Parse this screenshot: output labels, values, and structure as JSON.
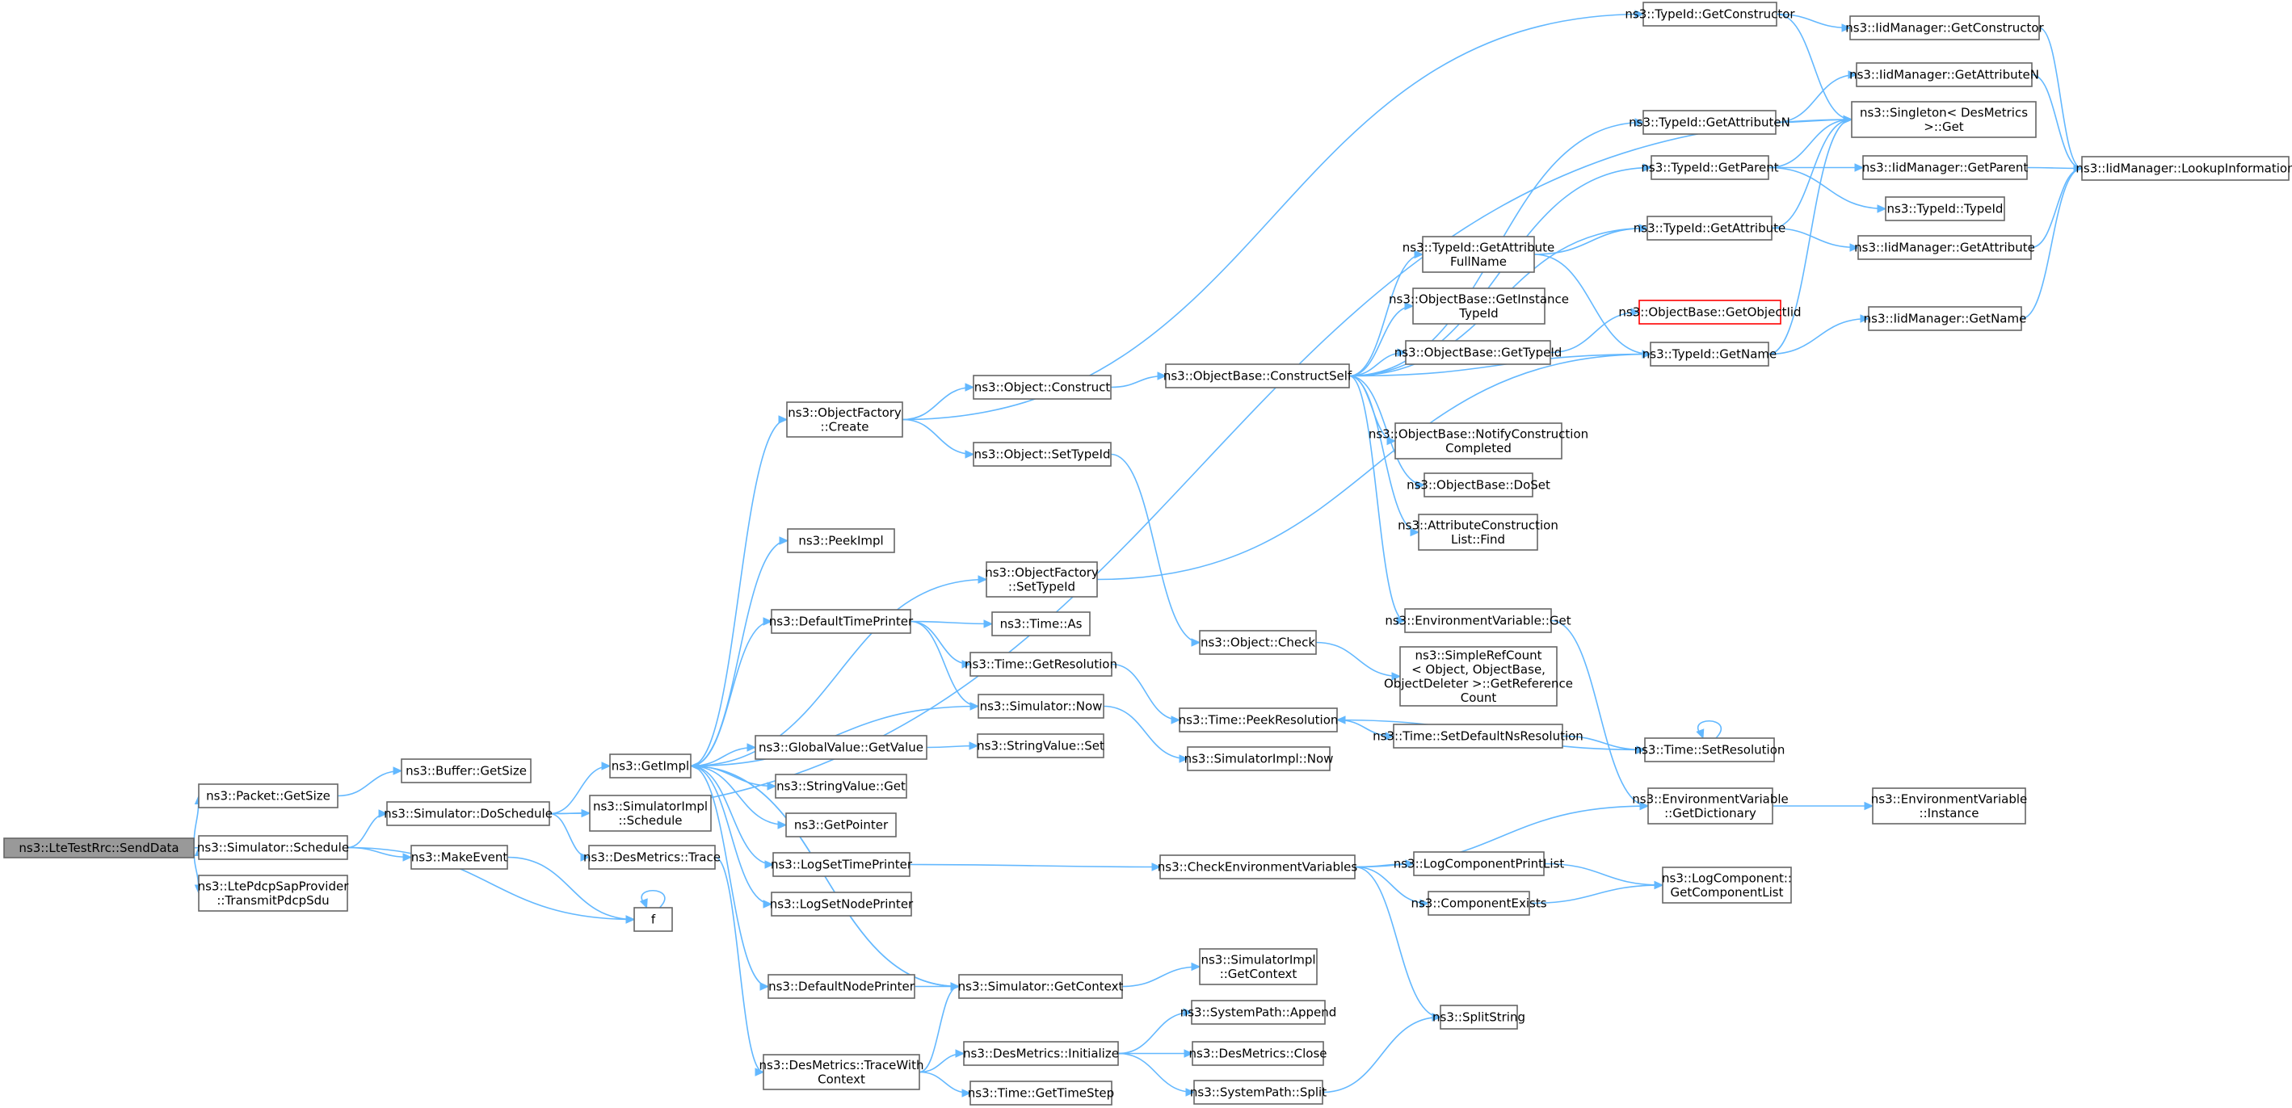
{
  "colors": {
    "edge": "#63b8ff",
    "node_border": "#666666",
    "root_fill": "#999999",
    "warn_border": "#ff0000"
  },
  "nodes": [
    {
      "id": "sendData",
      "lines": [
        "ns3::LteTestRrc::SendData"
      ],
      "style": "root"
    },
    {
      "id": "packetGetSize",
      "lines": [
        "ns3::Packet::GetSize"
      ]
    },
    {
      "id": "bufferGetSize",
      "lines": [
        "ns3::Buffer::GetSize"
      ]
    },
    {
      "id": "simSchedule",
      "lines": [
        "ns3::Simulator::Schedule"
      ]
    },
    {
      "id": "transmitPdcpSdu",
      "lines": [
        "ns3::LtePdcpSapProvider",
        "::TransmitPdcpSdu"
      ]
    },
    {
      "id": "doSchedule",
      "lines": [
        "ns3::Simulator::DoSchedule"
      ]
    },
    {
      "id": "makeEvent",
      "lines": [
        "ns3::MakeEvent"
      ]
    },
    {
      "id": "f",
      "lines": [
        "f"
      ]
    },
    {
      "id": "getImpl",
      "lines": [
        "ns3::GetImpl"
      ]
    },
    {
      "id": "simImplSchedule",
      "lines": [
        "ns3::SimulatorImpl",
        "::Schedule"
      ]
    },
    {
      "id": "desTrace",
      "lines": [
        "ns3::DesMetrics::Trace"
      ]
    },
    {
      "id": "objFactoryCreate",
      "lines": [
        "ns3::ObjectFactory",
        "::Create"
      ]
    },
    {
      "id": "peekImpl",
      "lines": [
        "ns3::PeekImpl"
      ]
    },
    {
      "id": "defaultTimePrinter",
      "lines": [
        "ns3::DefaultTimePrinter"
      ]
    },
    {
      "id": "globalValueGetValue",
      "lines": [
        "ns3::GlobalValue::GetValue"
      ]
    },
    {
      "id": "stringValueGet",
      "lines": [
        "ns3::StringValue::Get"
      ]
    },
    {
      "id": "getPointer",
      "lines": [
        "ns3::GetPointer"
      ]
    },
    {
      "id": "logSetTimePrinter",
      "lines": [
        "ns3::LogSetTimePrinter"
      ]
    },
    {
      "id": "logSetNodePrinter",
      "lines": [
        "ns3::LogSetNodePrinter"
      ]
    },
    {
      "id": "defaultNodePrinter",
      "lines": [
        "ns3::DefaultNodePrinter"
      ]
    },
    {
      "id": "desTraceWithContext",
      "lines": [
        "ns3::DesMetrics::TraceWith",
        "Context"
      ]
    },
    {
      "id": "objectConstruct",
      "lines": [
        "ns3::Object::Construct"
      ]
    },
    {
      "id": "objectSetTypeId",
      "lines": [
        "ns3::Object::SetTypeId"
      ]
    },
    {
      "id": "objFactorySetTypeId",
      "lines": [
        "ns3::ObjectFactory",
        "::SetTypeId"
      ]
    },
    {
      "id": "timeAs",
      "lines": [
        "ns3::Time::As"
      ]
    },
    {
      "id": "timeGetResolution",
      "lines": [
        "ns3::Time::GetResolution"
      ]
    },
    {
      "id": "simNow",
      "lines": [
        "ns3::Simulator::Now"
      ]
    },
    {
      "id": "stringValueSet",
      "lines": [
        "ns3::StringValue::Set"
      ]
    },
    {
      "id": "simGetContext",
      "lines": [
        "ns3::Simulator::GetContext"
      ]
    },
    {
      "id": "desInitialize",
      "lines": [
        "ns3::DesMetrics::Initialize"
      ]
    },
    {
      "id": "timeGetTimeStep",
      "lines": [
        "ns3::Time::GetTimeStep"
      ]
    },
    {
      "id": "constructSelf",
      "lines": [
        "ns3::ObjectBase::ConstructSelf"
      ]
    },
    {
      "id": "objectCheck",
      "lines": [
        "ns3::Object::Check"
      ]
    },
    {
      "id": "timePeekResolution",
      "lines": [
        "ns3::Time::PeekResolution"
      ]
    },
    {
      "id": "simImplNow",
      "lines": [
        "ns3::SimulatorImpl::Now"
      ]
    },
    {
      "id": "checkEnvVars",
      "lines": [
        "ns3::CheckEnvironmentVariables"
      ]
    },
    {
      "id": "simImplGetContext",
      "lines": [
        "ns3::SimulatorImpl",
        "::GetContext"
      ]
    },
    {
      "id": "systemPathAppend",
      "lines": [
        "ns3::SystemPath::Append"
      ]
    },
    {
      "id": "desClose",
      "lines": [
        "ns3::DesMetrics::Close"
      ]
    },
    {
      "id": "systemPathSplit",
      "lines": [
        "ns3::SystemPath::Split"
      ]
    },
    {
      "id": "typeIdGetAttrFullName",
      "lines": [
        "ns3::TypeId::GetAttribute",
        "FullName"
      ]
    },
    {
      "id": "objBaseGetInstanceTypeId",
      "lines": [
        "ns3::ObjectBase::GetInstance",
        "TypeId"
      ]
    },
    {
      "id": "objBaseGetTypeId",
      "lines": [
        "ns3::ObjectBase::GetTypeId"
      ]
    },
    {
      "id": "objBaseNotifyConstruction",
      "lines": [
        "ns3::ObjectBase::NotifyConstruction",
        "Completed"
      ]
    },
    {
      "id": "objBaseDoSet",
      "lines": [
        "ns3::ObjectBase::DoSet"
      ]
    },
    {
      "id": "attrConstructionListFind",
      "lines": [
        "ns3::AttributeConstruction",
        "List::Find"
      ]
    },
    {
      "id": "envVarGet",
      "lines": [
        "ns3::EnvironmentVariable::Get"
      ]
    },
    {
      "id": "simpleRefCount",
      "lines": [
        "ns3::SimpleRefCount",
        "< Object, ObjectBase,",
        "ObjectDeleter >::GetReference",
        "Count"
      ]
    },
    {
      "id": "timeSetDefaultNs",
      "lines": [
        "ns3::Time::SetDefaultNsResolution"
      ]
    },
    {
      "id": "logComponentPrintList",
      "lines": [
        "ns3::LogComponentPrintList"
      ]
    },
    {
      "id": "componentExists",
      "lines": [
        "ns3::ComponentExists"
      ]
    },
    {
      "id": "splitString",
      "lines": [
        "ns3::SplitString"
      ]
    },
    {
      "id": "typeIdGetConstructor",
      "lines": [
        "ns3::TypeId::GetConstructor"
      ]
    },
    {
      "id": "typeIdGetAttributeN",
      "lines": [
        "ns3::TypeId::GetAttributeN"
      ]
    },
    {
      "id": "typeIdGetParent",
      "lines": [
        "ns3::TypeId::GetParent"
      ]
    },
    {
      "id": "typeIdGetAttribute",
      "lines": [
        "ns3::TypeId::GetAttribute"
      ]
    },
    {
      "id": "objBaseGetObjectIid",
      "lines": [
        "ns3::ObjectBase::GetObjectIid"
      ],
      "style": "warn"
    },
    {
      "id": "typeIdGetName",
      "lines": [
        "ns3::TypeId::GetName"
      ]
    },
    {
      "id": "timeSetResolution",
      "lines": [
        "ns3::Time::SetResolution"
      ]
    },
    {
      "id": "envVarGetDictionary",
      "lines": [
        "ns3::EnvironmentVariable",
        "::GetDictionary"
      ]
    },
    {
      "id": "logComponentGetList",
      "lines": [
        "ns3::LogComponent::",
        "GetComponentList"
      ]
    },
    {
      "id": "iidGetConstructor",
      "lines": [
        "ns3::IidManager::GetConstructor"
      ]
    },
    {
      "id": "iidGetAttributeN",
      "lines": [
        "ns3::IidManager::GetAttributeN"
      ]
    },
    {
      "id": "singletonGet",
      "lines": [
        "ns3::Singleton< DesMetrics",
        " >::Get"
      ]
    },
    {
      "id": "iidGetParent",
      "lines": [
        "ns3::IidManager::GetParent"
      ]
    },
    {
      "id": "typeIdTypeId",
      "lines": [
        "ns3::TypeId::TypeId"
      ]
    },
    {
      "id": "iidGetAttribute",
      "lines": [
        "ns3::IidManager::GetAttribute"
      ]
    },
    {
      "id": "iidGetName",
      "lines": [
        "ns3::IidManager::GetName"
      ]
    },
    {
      "id": "envVarInstance",
      "lines": [
        "ns3::EnvironmentVariable",
        "::Instance"
      ]
    },
    {
      "id": "iidLookupInformation",
      "lines": [
        "ns3::IidManager::LookupInformation"
      ]
    }
  ],
  "edges": [
    [
      "sendData",
      "packetGetSize"
    ],
    [
      "sendData",
      "simSchedule"
    ],
    [
      "sendData",
      "transmitPdcpSdu"
    ],
    [
      "packetGetSize",
      "bufferGetSize"
    ],
    [
      "simSchedule",
      "doSchedule"
    ],
    [
      "simSchedule",
      "makeEvent"
    ],
    [
      "simSchedule",
      "f"
    ],
    [
      "doSchedule",
      "getImpl"
    ],
    [
      "doSchedule",
      "simImplSchedule"
    ],
    [
      "doSchedule",
      "desTrace"
    ],
    [
      "doSchedule",
      "singletonGet"
    ],
    [
      "makeEvent",
      "f"
    ],
    [
      "f",
      "f"
    ],
    [
      "desTrace",
      "desTraceWithContext"
    ],
    [
      "getImpl",
      "objFactoryCreate"
    ],
    [
      "getImpl",
      "peekImpl"
    ],
    [
      "getImpl",
      "objFactorySetTypeId"
    ],
    [
      "getImpl",
      "defaultTimePrinter"
    ],
    [
      "getImpl",
      "globalValueGetValue"
    ],
    [
      "getImpl",
      "stringValueGet"
    ],
    [
      "getImpl",
      "getPointer"
    ],
    [
      "getImpl",
      "logSetTimePrinter"
    ],
    [
      "getImpl",
      "logSetNodePrinter"
    ],
    [
      "getImpl",
      "defaultNodePrinter"
    ],
    [
      "getImpl",
      "simGetContext"
    ],
    [
      "objFactoryCreate",
      "objectConstruct"
    ],
    [
      "objFactoryCreate",
      "objectSetTypeId"
    ],
    [
      "objFactoryCreate",
      "typeIdGetConstructor"
    ],
    [
      "objectConstruct",
      "constructSelf"
    ],
    [
      "objectSetTypeId",
      "objectCheck"
    ],
    [
      "objFactorySetTypeId",
      "typeIdGetName"
    ],
    [
      "defaultTimePrinter",
      "timeAs"
    ],
    [
      "defaultTimePrinter",
      "timeGetResolution"
    ],
    [
      "defaultTimePrinter",
      "simNow"
    ],
    [
      "simNow",
      "getImpl"
    ],
    [
      "simNow",
      "simImplNow"
    ],
    [
      "globalValueGetValue",
      "stringValueSet"
    ],
    [
      "logSetTimePrinter",
      "checkEnvVars"
    ],
    [
      "defaultNodePrinter",
      "simGetContext"
    ],
    [
      "simGetContext",
      "getImpl"
    ],
    [
      "simGetContext",
      "simImplGetContext"
    ],
    [
      "desTraceWithContext",
      "simGetContext"
    ],
    [
      "desTraceWithContext",
      "desInitialize"
    ],
    [
      "desTraceWithContext",
      "timeGetTimeStep"
    ],
    [
      "desInitialize",
      "systemPathAppend"
    ],
    [
      "desInitialize",
      "desClose"
    ],
    [
      "desInitialize",
      "systemPathSplit"
    ],
    [
      "timeGetResolution",
      "timePeekResolution"
    ],
    [
      "objectCheck",
      "simpleRefCount"
    ],
    [
      "timePeekResolution",
      "timeSetDefaultNs"
    ],
    [
      "timeSetDefaultNs",
      "timeSetResolution"
    ],
    [
      "timeSetResolution",
      "timePeekResolution"
    ],
    [
      "timeSetResolution",
      "timeSetResolution"
    ],
    [
      "checkEnvVars",
      "envVarGetDictionary"
    ],
    [
      "checkEnvVars",
      "logComponentPrintList"
    ],
    [
      "checkEnvVars",
      "componentExists"
    ],
    [
      "checkEnvVars",
      "splitString"
    ],
    [
      "systemPathSplit",
      "splitString"
    ],
    [
      "logComponentPrintList",
      "logComponentGetList"
    ],
    [
      "componentExists",
      "logComponentGetList"
    ],
    [
      "envVarGet",
      "envVarGetDictionary"
    ],
    [
      "envVarGetDictionary",
      "envVarInstance"
    ],
    [
      "constructSelf",
      "typeIdGetAttributeN"
    ],
    [
      "constructSelf",
      "typeIdGetParent"
    ],
    [
      "constructSelf",
      "typeIdGetAttribute"
    ],
    [
      "constructSelf",
      "typeIdGetAttrFullName"
    ],
    [
      "constructSelf",
      "objBaseGetInstanceTypeId"
    ],
    [
      "constructSelf",
      "objBaseGetTypeId"
    ],
    [
      "constructSelf",
      "typeIdGetName"
    ],
    [
      "constructSelf",
      "objBaseNotifyConstruction"
    ],
    [
      "constructSelf",
      "objBaseDoSet"
    ],
    [
      "constructSelf",
      "attrConstructionListFind"
    ],
    [
      "constructSelf",
      "envVarGet"
    ],
    [
      "typeIdGetAttrFullName",
      "typeIdGetAttribute"
    ],
    [
      "typeIdGetAttrFullName",
      "typeIdGetName"
    ],
    [
      "objBaseGetTypeId",
      "objBaseGetObjectIid"
    ],
    [
      "typeIdGetConstructor",
      "iidGetConstructor"
    ],
    [
      "typeIdGetConstructor",
      "singletonGet"
    ],
    [
      "typeIdGetAttributeN",
      "iidGetAttributeN"
    ],
    [
      "typeIdGetAttributeN",
      "singletonGet"
    ],
    [
      "typeIdGetParent",
      "singletonGet"
    ],
    [
      "typeIdGetParent",
      "iidGetParent"
    ],
    [
      "typeIdGetParent",
      "typeIdTypeId"
    ],
    [
      "typeIdGetAttribute",
      "singletonGet"
    ],
    [
      "typeIdGetAttribute",
      "iidGetAttribute"
    ],
    [
      "typeIdGetName",
      "singletonGet"
    ],
    [
      "typeIdGetName",
      "iidGetName"
    ],
    [
      "iidGetConstructor",
      "iidLookupInformation"
    ],
    [
      "iidGetAttributeN",
      "iidLookupInformation"
    ],
    [
      "iidGetParent",
      "iidLookupInformation"
    ],
    [
      "iidGetAttribute",
      "iidLookupInformation"
    ],
    [
      "iidGetName",
      "iidLookupInformation"
    ]
  ]
}
